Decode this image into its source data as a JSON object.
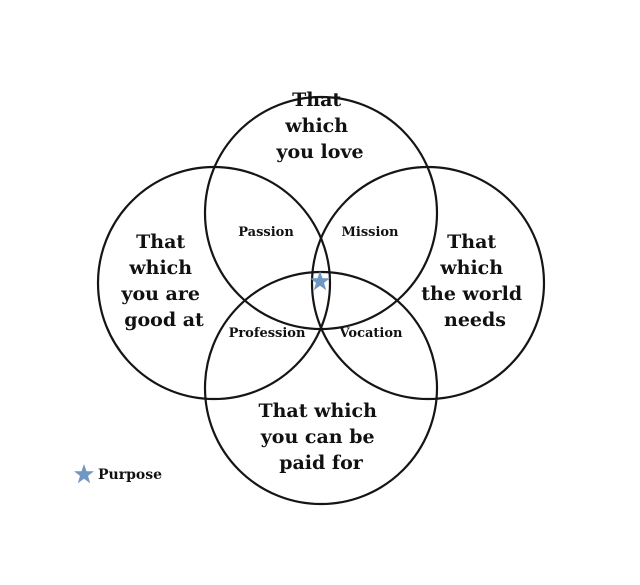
{
  "circles": {
    "top": {
      "lines": [
        "That",
        "which",
        "you love"
      ]
    },
    "left": {
      "lines": [
        "That",
        "which",
        "you are",
        "good at"
      ]
    },
    "right": {
      "lines": [
        "That",
        "which",
        "the world",
        "needs"
      ]
    },
    "bottom": {
      "lines": [
        "That which",
        "you can be",
        "paid for"
      ]
    }
  },
  "intersections": {
    "passion": "Passion",
    "mission": "Mission",
    "profession": "Profession",
    "vocation": "Vocation"
  },
  "center_marker": {
    "icon": "star-icon",
    "color": "#6f97c2"
  },
  "legend": {
    "icon": "star-icon",
    "label": "Purpose",
    "color": "#6f97c2"
  },
  "colors": {
    "stroke": "#151515",
    "text": "#111111",
    "background": "#ffffff"
  }
}
